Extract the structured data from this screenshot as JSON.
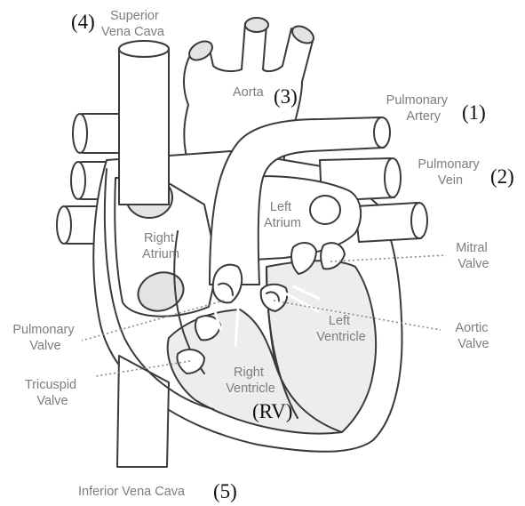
{
  "labels": {
    "superior_vena_cava": [
      "Superior",
      "Vena Cava"
    ],
    "aorta": "Aorta",
    "pulmonary_artery": [
      "Pulmonary",
      "Artery"
    ],
    "pulmonary_vein": [
      "Pulmonary",
      "Vein"
    ],
    "left_atrium": [
      "Left",
      "Atrium"
    ],
    "right_atrium": [
      "Right",
      "Atrium"
    ],
    "mitral_valve": [
      "Mitral",
      "Valve"
    ],
    "pulmonary_valve": [
      "Pulmonary",
      "Valve"
    ],
    "aortic_valve": [
      "Aortic",
      "Valve"
    ],
    "left_ventricle": [
      "Left",
      "Ventricle"
    ],
    "tricuspid_valve": [
      "Tricuspid",
      "Valve"
    ],
    "right_ventricle": [
      "Right",
      "Ventricle"
    ],
    "inferior_vena_cava": "Inferior Vena Cava"
  },
  "markers": {
    "pulmonary_artery": "(1)",
    "pulmonary_vein": "(2)",
    "aorta": "(3)",
    "superior_vena_cava": "(4)",
    "inferior_vena_cava": "(5)",
    "right_ventricle": "(RV)"
  },
  "colors": {
    "outline": "#3a3a3a",
    "chamber_fill": "#e3e3e3",
    "label_text": "#7d7d7d",
    "marker_text": "#111111"
  }
}
